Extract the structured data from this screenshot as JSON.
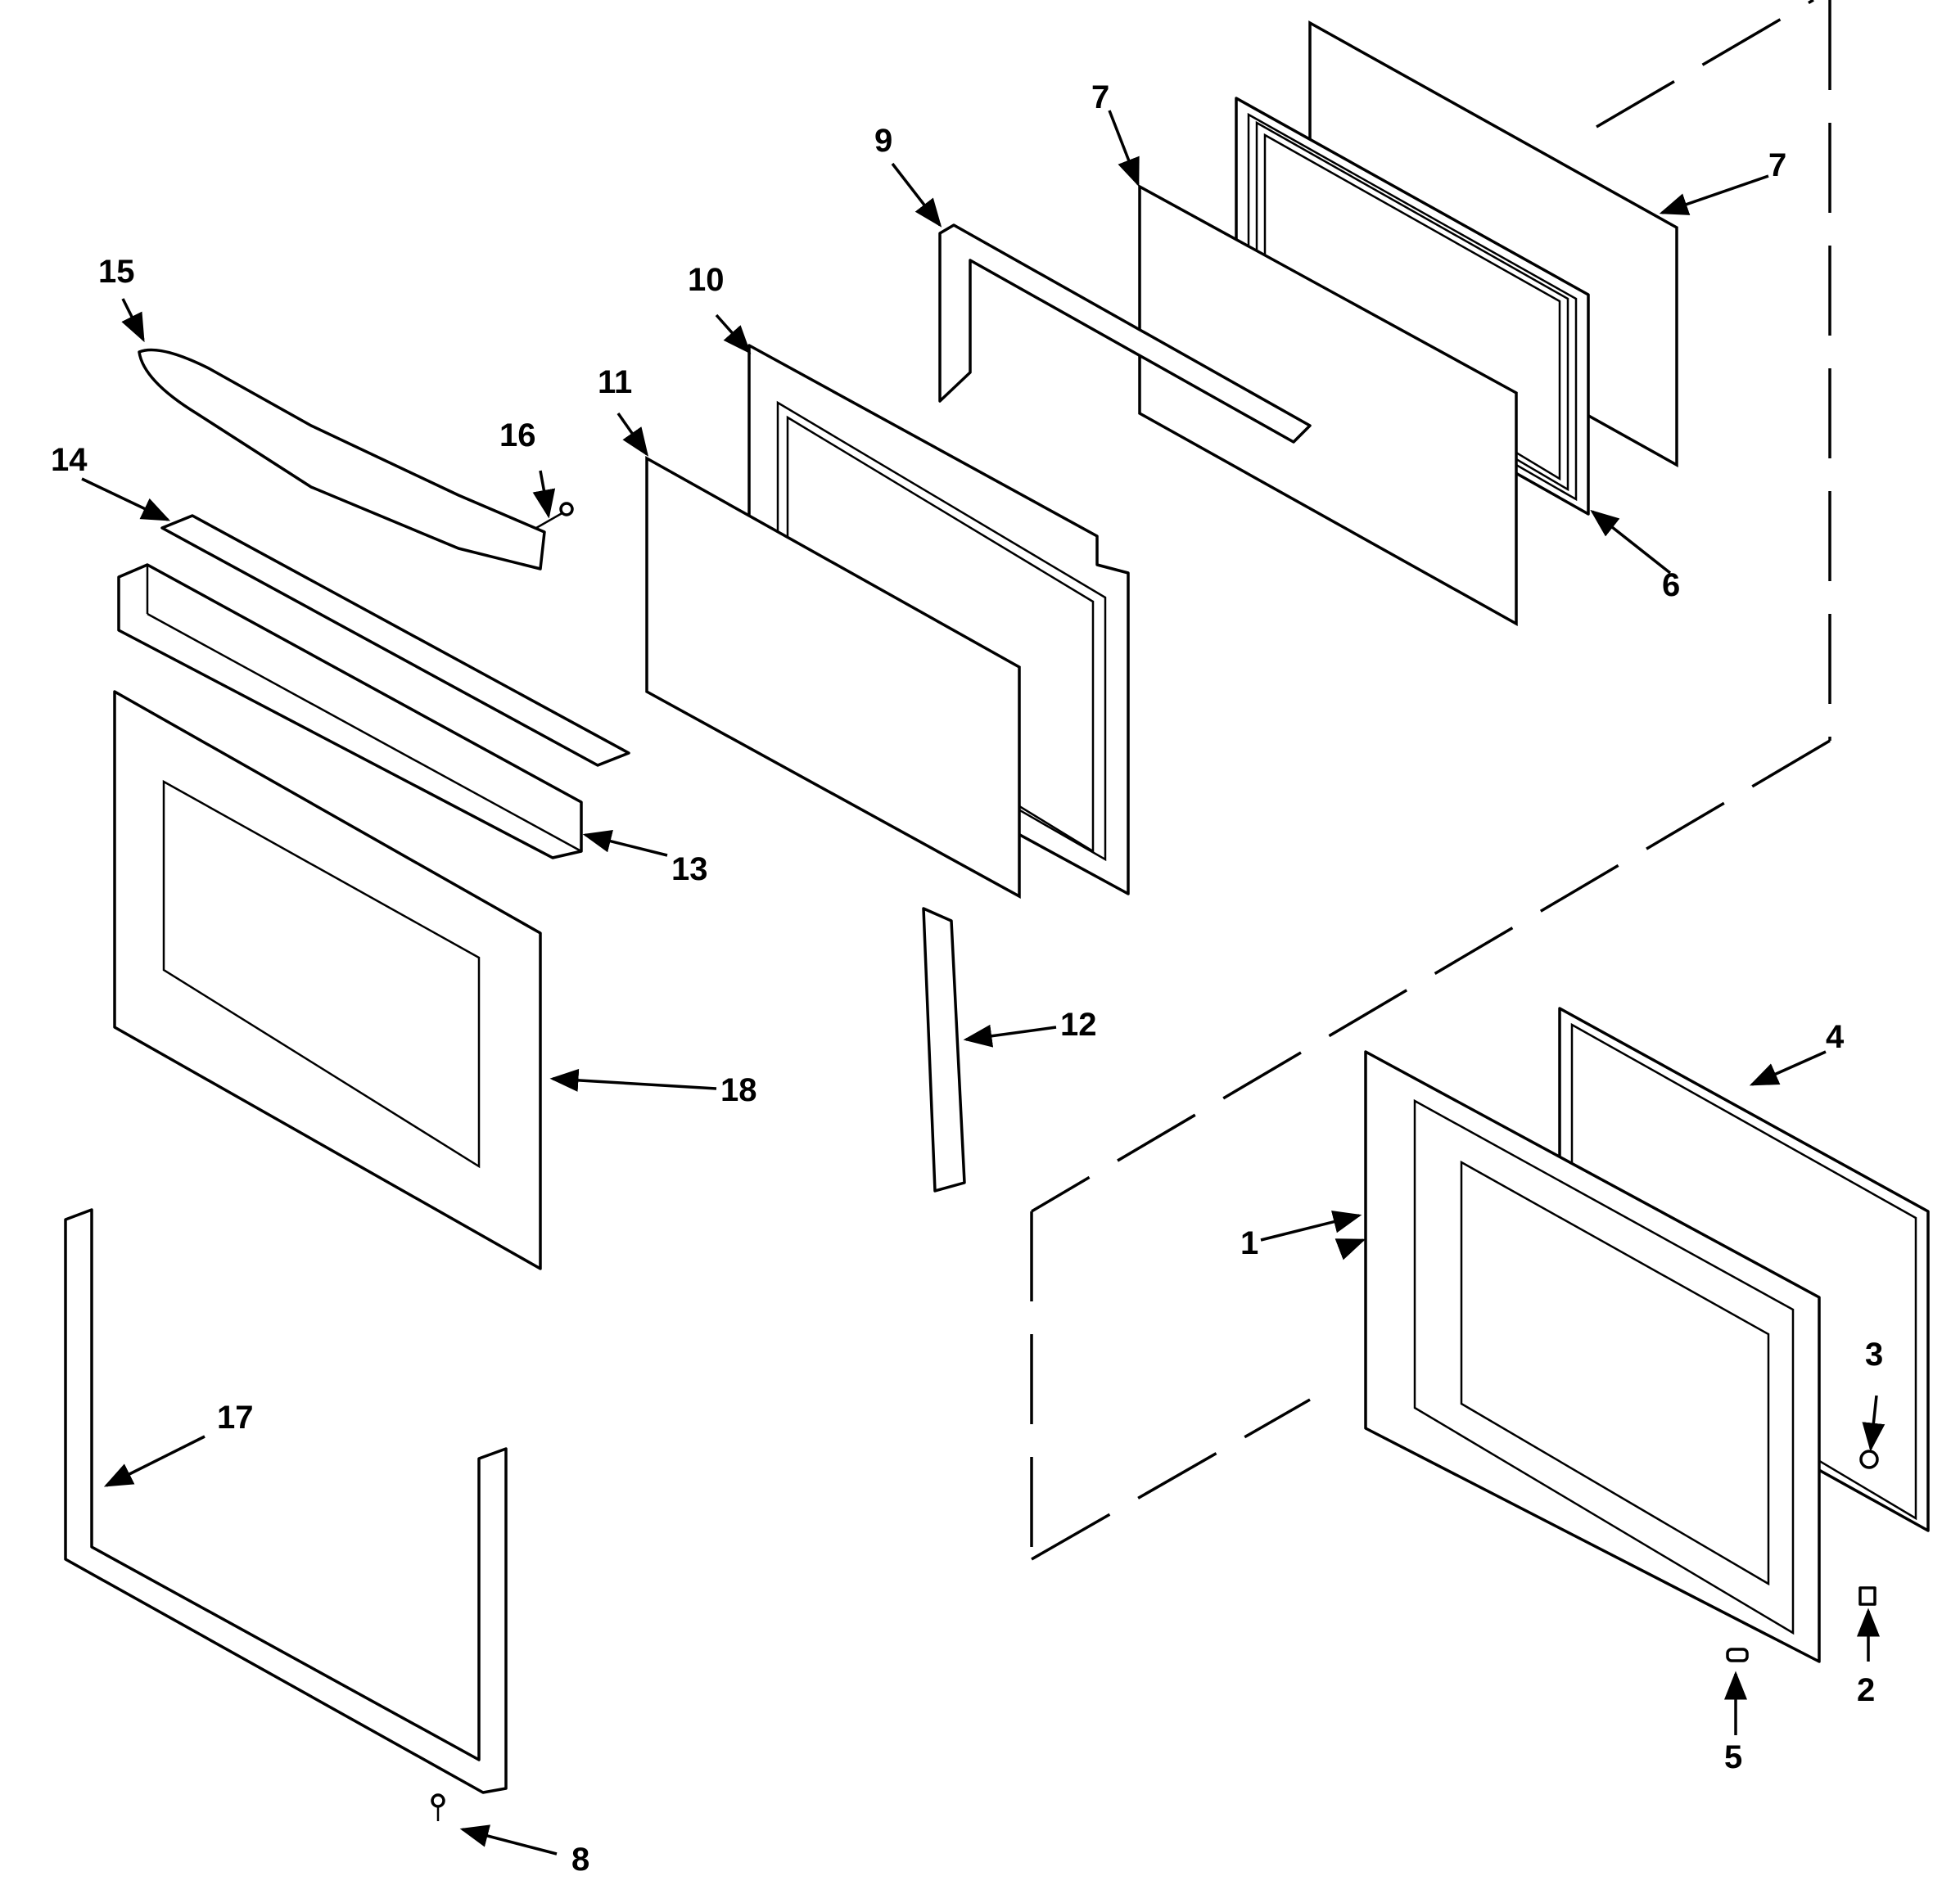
{
  "callouts": {
    "c1": "1",
    "c2": "2",
    "c3": "3",
    "c4": "4",
    "c5": "5",
    "c6": "6",
    "c7a": "7",
    "c7b": "7",
    "c8": "8",
    "c9": "9",
    "c10": "10",
    "c11": "11",
    "c12": "12",
    "c13": "13",
    "c14": "14",
    "c15": "15",
    "c16": "16",
    "c17": "17",
    "c18": "18"
  }
}
